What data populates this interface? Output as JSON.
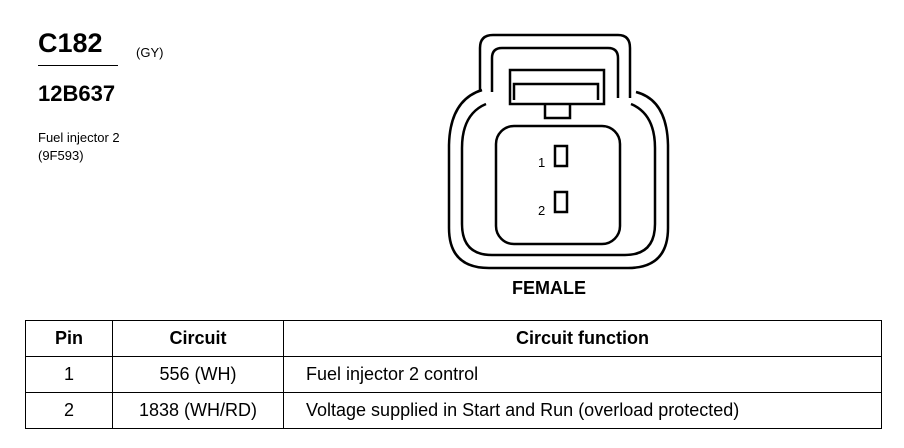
{
  "header": {
    "connector_id": "C182",
    "connector_color": "(GY)",
    "part_number": "12B637",
    "component_name": "Fuel injector 2",
    "component_code": "(9F593)"
  },
  "diagram": {
    "gender": "FEMALE",
    "pin_labels": [
      "1",
      "2"
    ]
  },
  "table": {
    "headers": {
      "pin": "Pin",
      "circuit": "Circuit",
      "function": "Circuit function"
    },
    "rows": [
      {
        "pin": "1",
        "circuit": "556 (WH)",
        "function": "Fuel injector 2 control"
      },
      {
        "pin": "2",
        "circuit": "1838 (WH/RD)",
        "function": "Voltage supplied in Start and Run (overload protected)"
      }
    ]
  }
}
